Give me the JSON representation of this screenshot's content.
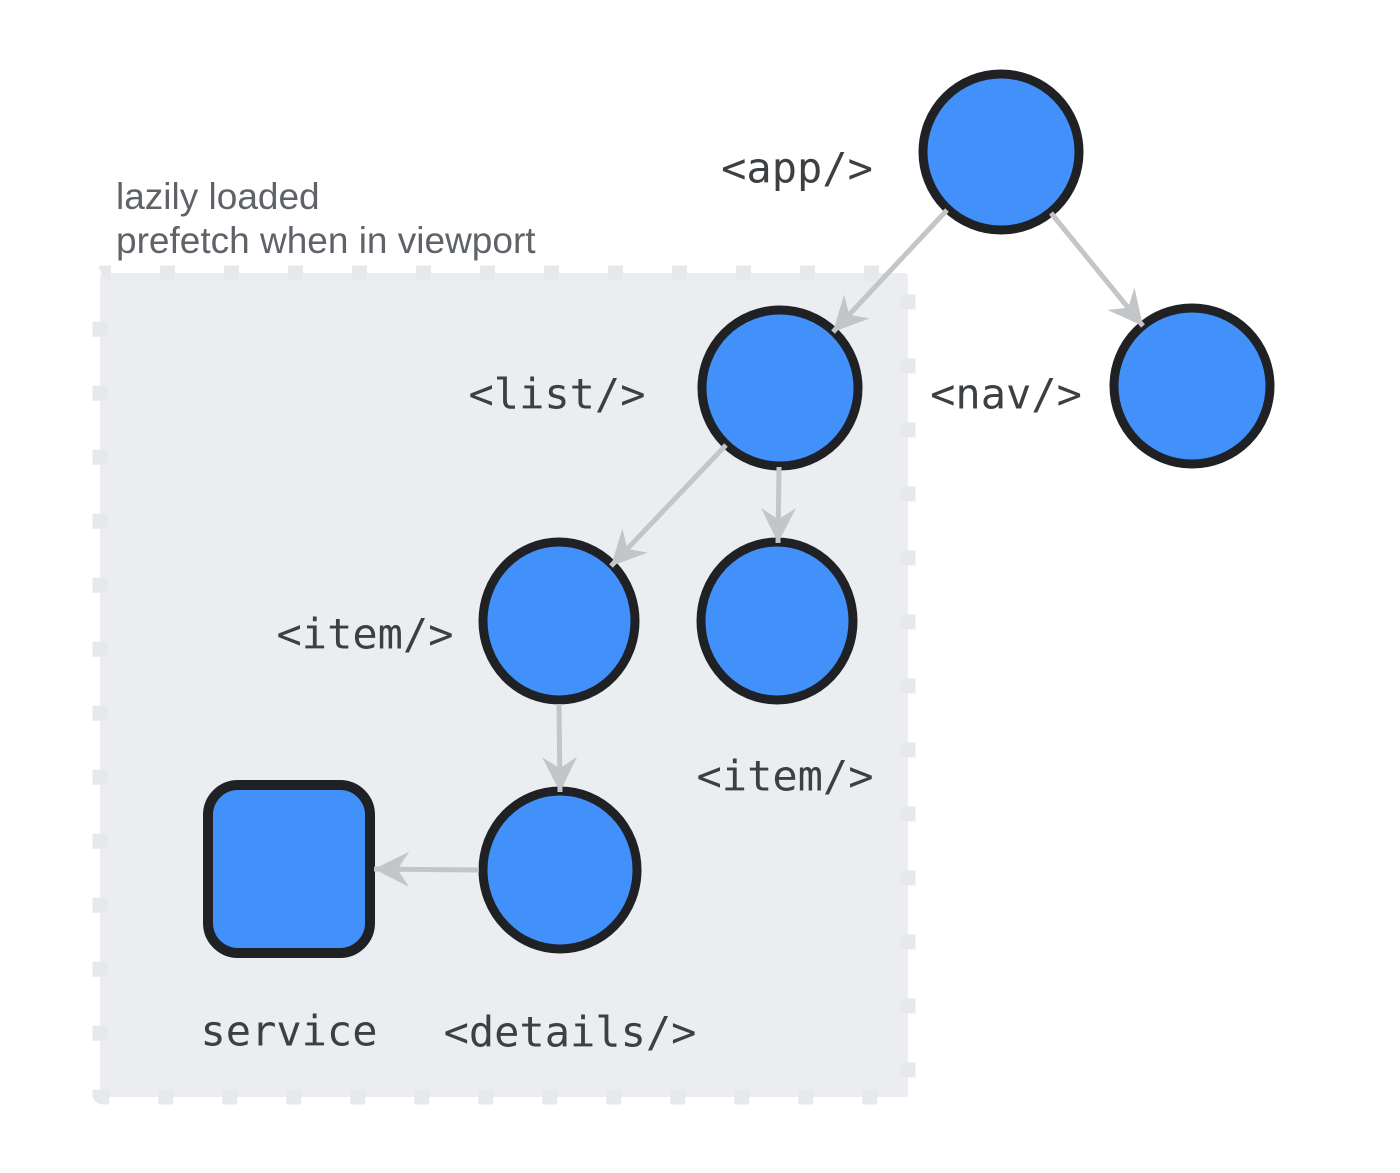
{
  "diagram": {
    "caption": {
      "line1": "lazily loaded",
      "line2": "prefetch when in viewport"
    },
    "nodes": {
      "app": {
        "label": "<app/>",
        "shape": "circle"
      },
      "nav": {
        "label": "<nav/>",
        "shape": "circle"
      },
      "list": {
        "label": "<list/>",
        "shape": "circle"
      },
      "item_left": {
        "label": "<item/>",
        "shape": "circle"
      },
      "item_right": {
        "label": "<item/>",
        "shape": "circle"
      },
      "details": {
        "label": "<details/>",
        "shape": "circle"
      },
      "service": {
        "label": "service",
        "shape": "rounded-square"
      }
    },
    "edges": [
      {
        "from": "app",
        "to": "list"
      },
      {
        "from": "app",
        "to": "nav"
      },
      {
        "from": "list",
        "to": "item_left"
      },
      {
        "from": "list",
        "to": "item_right"
      },
      {
        "from": "item_left",
        "to": "details"
      },
      {
        "from": "details",
        "to": "service"
      }
    ],
    "lazy_boundary": {
      "contains": [
        "list",
        "item_left",
        "item_right",
        "details",
        "service"
      ]
    },
    "colors": {
      "background": "#FFFFFF",
      "node_fill": "#4291FB",
      "node_border": "#202124",
      "arrow": "#C3C5C8",
      "box_fill": "#ECEDF0",
      "box_dash": "#E6E8EB",
      "label_text": "#3C4043",
      "caption_text": "#5F6368"
    }
  }
}
